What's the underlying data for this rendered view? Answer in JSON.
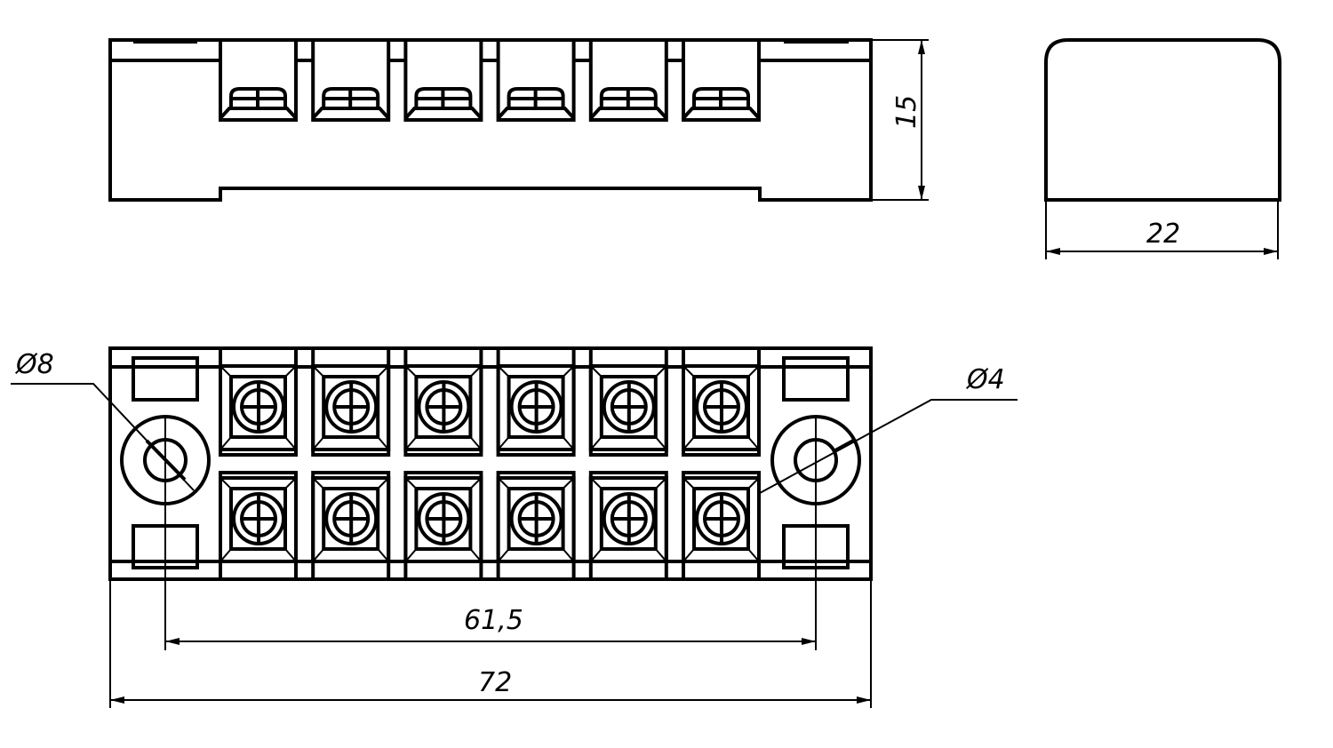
{
  "drawing": {
    "colors": {
      "line": "#000000",
      "background": "#ffffff"
    },
    "terminal_count_per_row": 6,
    "rows": 2,
    "dimensions": {
      "height": "15",
      "width_side": "22",
      "hole_spacing": "61,5",
      "length": "72",
      "diameter_large": "Ø8",
      "diameter_small": "Ø4"
    }
  }
}
